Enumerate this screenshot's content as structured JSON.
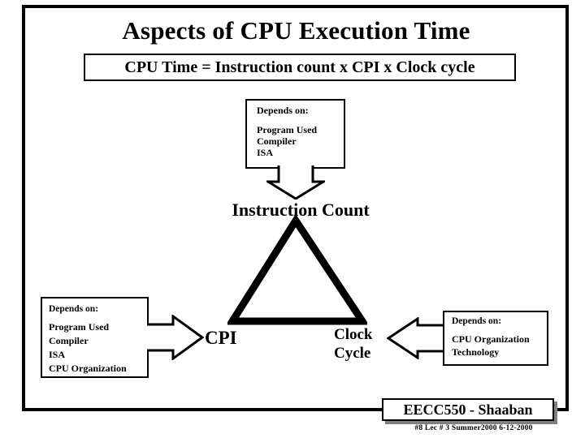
{
  "slide": {
    "title": "Aspects of CPU Execution Time",
    "formula": "CPU Time = Instruction count  x  CPI  x  Clock cycle"
  },
  "nodes": {
    "instruction_count": "Instruction Count",
    "cpi": "CPI",
    "clock_cycle_line1": "Clock",
    "clock_cycle_line2": "Cycle"
  },
  "depends_top": {
    "heading": "Depends on:",
    "items": [
      "Program Used",
      "Compiler",
      "ISA"
    ]
  },
  "depends_left": {
    "heading": "Depends on:",
    "items": [
      "Program Used",
      "Compiler",
      "ISA",
      "CPU Organization"
    ]
  },
  "depends_right": {
    "heading": "Depends on:",
    "items": [
      "CPU Organization",
      "Technology"
    ]
  },
  "footer": {
    "banner": "EECC550 - Shaaban",
    "meta": "#8   Lec # 3    Summer2000   6-12-2000"
  },
  "colors": {
    "ink": "#000000",
    "background": "#ffffff",
    "shadow": "#808080"
  }
}
